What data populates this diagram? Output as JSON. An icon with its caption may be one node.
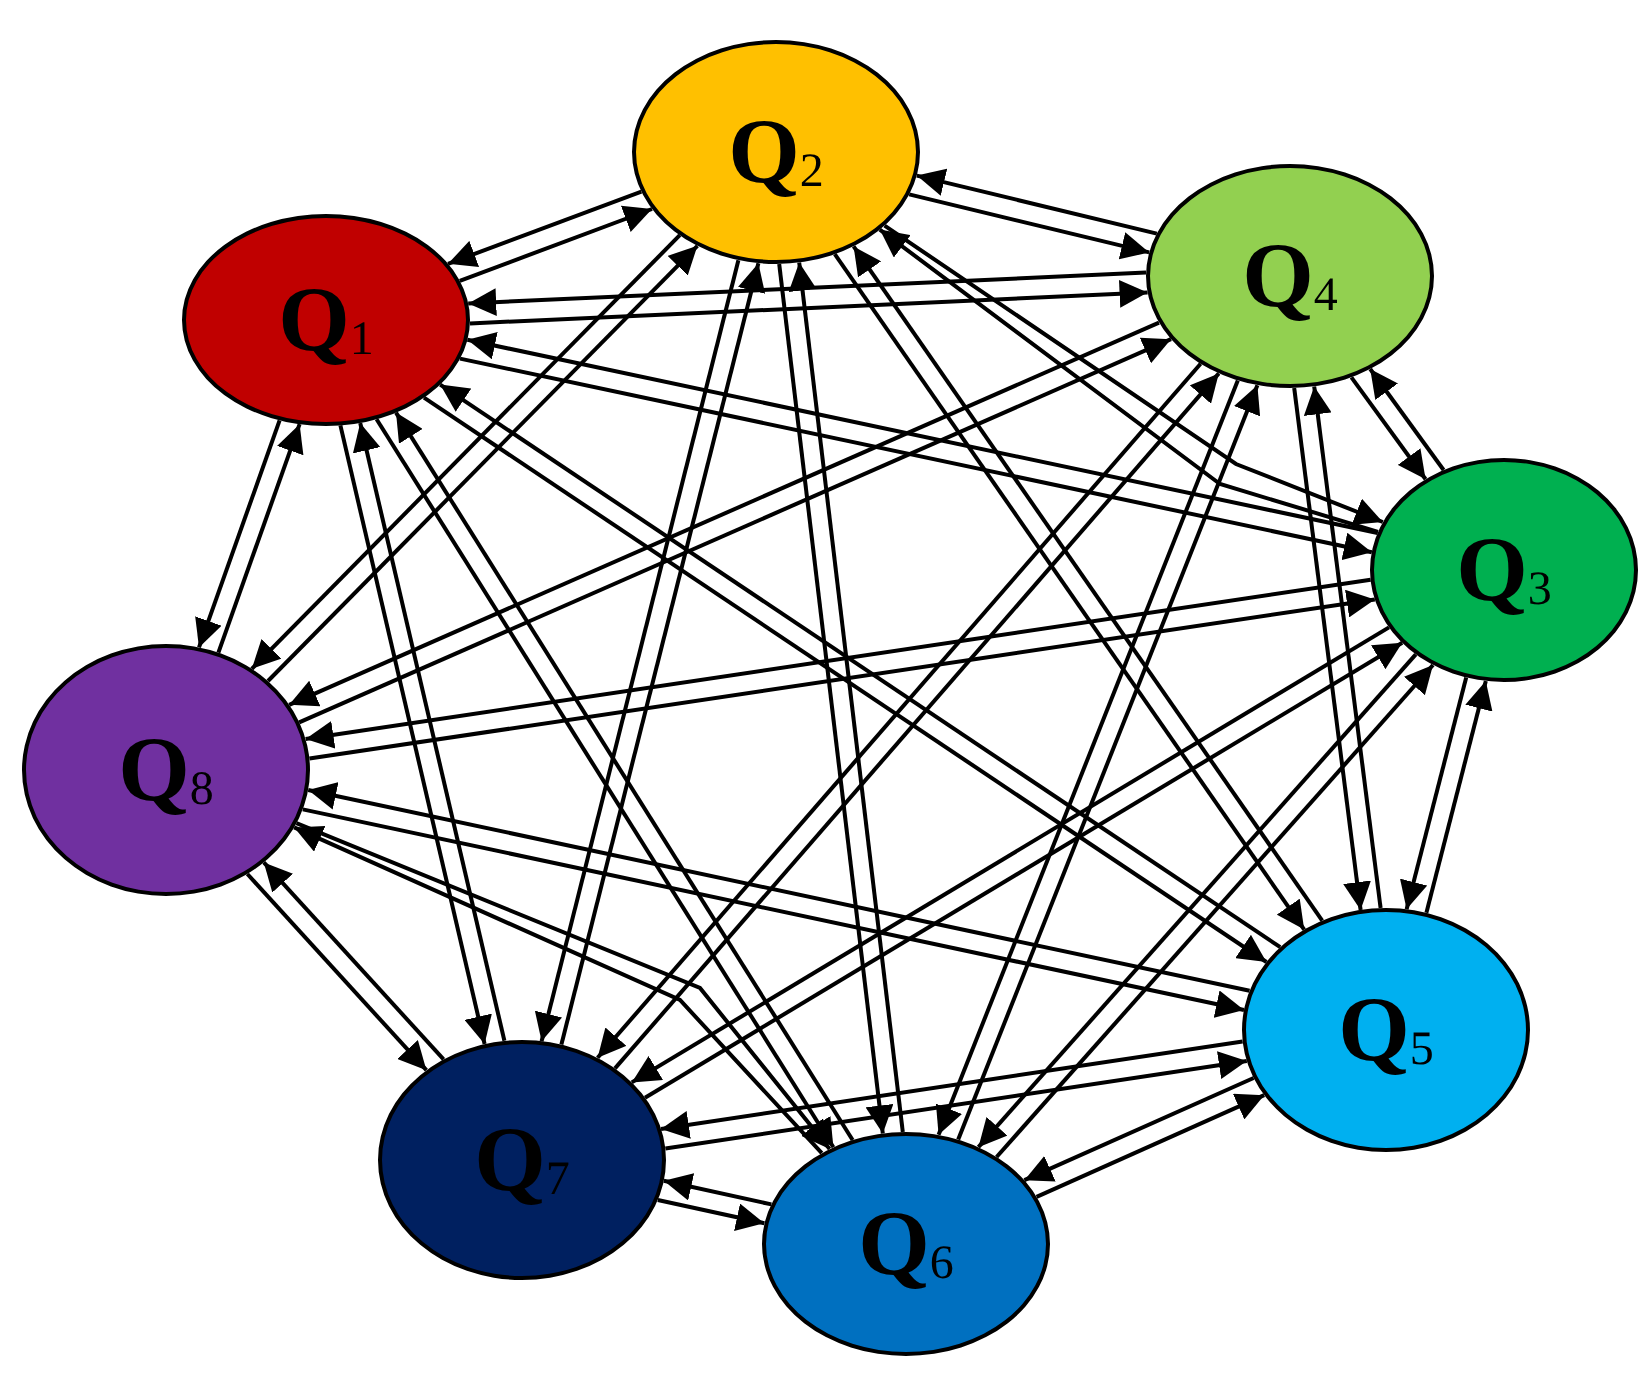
{
  "diagram": {
    "nodes": [
      {
        "text": [
          "Q$_{1}$"
        ]
      },
      {
        "text": [
          "Q$_{2}$"
        ]
      },
      {
        "text": [
          "Q$_{3}$"
        ]
      },
      {
        "text": [
          "Q$_{4}$"
        ]
      },
      {
        "text": [
          "Q$_{5}$"
        ]
      },
      {
        "text": [
          "Q$_{6}$"
        ]
      },
      {
        "text": [
          "Q$_{7}$"
        ]
      },
      {
        "text": [
          "Q$_{8}$"
        ]
      }
    ],
    "edges": [
      {
        "from": 0,
        "to": 1,
        "arrow": "to"
      },
      {
        "from": 0,
        "to": 2,
        "arrow": "to"
      },
      {
        "from": 0,
        "to": 3,
        "arrow": "to"
      },
      {
        "from": 0,
        "to": 4,
        "arrow": "to"
      },
      {
        "from": 0,
        "to": 5,
        "arrow": "to"
      },
      {
        "from": 0,
        "to": 6,
        "arrow": "to"
      },
      {
        "from": 0,
        "to": 7,
        "arrow": "to"
      },
      {
        "from": 1,
        "to": 0,
        "arrow": "to"
      },
      {
        "from": 1,
        "to": 2,
        "arrow": "to"
      },
      {
        "from": 1,
        "to": 3,
        "arrow": "to"
      },
      {
        "from": 1,
        "to": 4,
        "arrow": "to"
      },
      {
        "from": 1,
        "to": 5,
        "arrow": "to"
      },
      {
        "from": 1,
        "to": 6,
        "arrow": "to"
      },
      {
        "from": 1,
        "to": 7,
        "arrow": "to"
      },
      {
        "from": 2,
        "to": 0,
        "arrow": "to"
      },
      {
        "from": 2,
        "to": 1,
        "arrow": "to"
      },
      {
        "from": 2,
        "to": 3,
        "arrow": "to"
      },
      {
        "from": 2,
        "to": 4,
        "arrow": "to"
      },
      {
        "from": 2,
        "to": 5,
        "arrow": "to"
      },
      {
        "from": 2,
        "to": 6,
        "arrow": "to"
      },
      {
        "from": 2,
        "to": 7,
        "arrow": "to"
      },
      {
        "from": 3,
        "to": 0,
        "arrow": "to"
      },
      {
        "from": 3,
        "to": 1,
        "arrow": "to"
      },
      {
        "from": 3,
        "to": 2,
        "arrow": "to"
      },
      {
        "from": 3,
        "to": 4,
        "arrow": "to"
      },
      {
        "from": 3,
        "to": 5,
        "arrow": "to"
      },
      {
        "from": 3,
        "to": 6,
        "arrow": "to"
      },
      {
        "from": 3,
        "to": 7,
        "arrow": "to"
      },
      {
        "from": 4,
        "to": 0,
        "arrow": "to"
      },
      {
        "from": 4,
        "to": 1,
        "arrow": "to"
      },
      {
        "from": 4,
        "to": 2,
        "arrow": "to"
      },
      {
        "from": 4,
        "to": 3,
        "arrow": "to"
      },
      {
        "from": 4,
        "to": 5,
        "arrow": "to"
      },
      {
        "from": 4,
        "to": 6,
        "arrow": "to"
      },
      {
        "from": 4,
        "to": 7,
        "arrow": "to"
      },
      {
        "from": 5,
        "to": 0,
        "arrow": "to"
      },
      {
        "from": 5,
        "to": 1,
        "arrow": "to"
      },
      {
        "from": 5,
        "to": 2,
        "arrow": "to"
      },
      {
        "from": 5,
        "to": 3,
        "arrow": "to"
      },
      {
        "from": 5,
        "to": 4,
        "arrow": "to"
      },
      {
        "from": 5,
        "to": 6,
        "arrow": "to"
      },
      {
        "from": 5,
        "to": 7,
        "arrow": "to"
      },
      {
        "from": 6,
        "to": 0,
        "arrow": "to"
      },
      {
        "from": 6,
        "to": 1,
        "arrow": "to"
      },
      {
        "from": 6,
        "to": 2,
        "arrow": "to"
      },
      {
        "from": 6,
        "to": 3,
        "arrow": "to"
      },
      {
        "from": 6,
        "to": 4,
        "arrow": "to"
      },
      {
        "from": 6,
        "to": 5,
        "arrow": "to"
      },
      {
        "from": 6,
        "to": 7,
        "arrow": "to"
      },
      {
        "from": 7,
        "to": 0,
        "arrow": "to"
      },
      {
        "from": 7,
        "to": 1,
        "arrow": "to"
      },
      {
        "from": 7,
        "to": 2,
        "arrow": "to"
      },
      {
        "from": 7,
        "to": 3,
        "arrow": "to"
      },
      {
        "from": 7,
        "to": 4,
        "arrow": "to"
      },
      {
        "from": 7,
        "to": 5,
        "arrow": "to"
      },
      {
        "from": 7,
        "to": 6,
        "arrow": "to"
      }
    ]
  }
}
